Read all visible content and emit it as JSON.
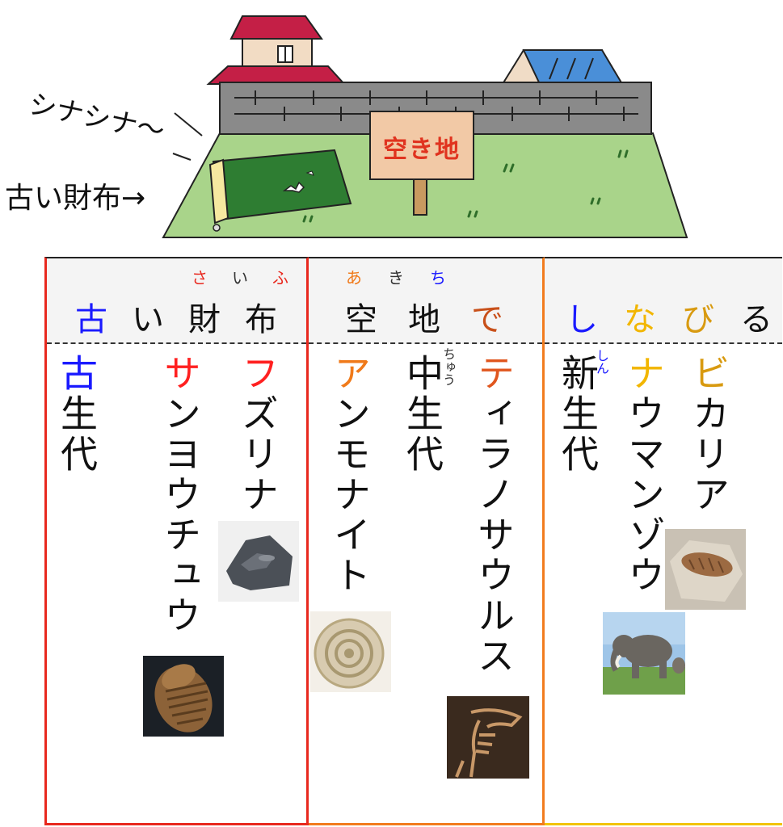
{
  "scene": {
    "sound_effect": "シナシナ〜",
    "wallet_label": "古い財布",
    "arrow": "→",
    "sign_text": "空き地"
  },
  "columns": [
    {
      "heading_chars": [
        "古",
        "い",
        "財",
        "布"
      ],
      "heading_colors": [
        "#1a1aff",
        "#111111",
        "#111111",
        "#111111"
      ],
      "ruby": [
        "さ",
        "い",
        "ふ"
      ],
      "border_color": "#e8281e",
      "era": {
        "first": "古",
        "rest": "生代",
        "first_color": "#1a1aff"
      },
      "items": [
        {
          "first": "サ",
          "rest": "ンヨウチュウ",
          "first_color": "#ff2020"
        },
        {
          "first": "フ",
          "rest": "ズリナ",
          "first_color": "#ff2020"
        }
      ]
    },
    {
      "heading_chars": [
        "空",
        "地",
        "で"
      ],
      "heading_colors": [
        "#111111",
        "#111111",
        "#c8501a"
      ],
      "ruby": [
        "あ",
        "き",
        "ち"
      ],
      "border_color": "#f27c1e",
      "era": {
        "first": "中",
        "rest": "生代",
        "first_color": "#111111",
        "reading": "ちゅう"
      },
      "items": [
        {
          "first": "ア",
          "rest": "ンモナイト",
          "first_color": "#f07a1a"
        },
        {
          "first": "テ",
          "rest": "ィラノサウルス",
          "first_color": "#e0561e"
        }
      ]
    },
    {
      "heading_chars": [
        "し",
        "な",
        "び",
        "る"
      ],
      "heading_colors": [
        "#1a1aff",
        "#f2b600",
        "#d89a10",
        "#111111"
      ],
      "border_color": "#f2c400",
      "era": {
        "first": "新",
        "rest": "生代",
        "first_color": "#111111",
        "reading": "しん"
      },
      "items": [
        {
          "first": "ナ",
          "rest": "ウマンゾウ",
          "first_color": "#f2b600"
        },
        {
          "first": "ビ",
          "rest": "カリア",
          "first_color": "#d89a10"
        }
      ]
    }
  ],
  "photos": [
    "fusulina-fossil",
    "trilobite-fossil",
    "ammonite-fossil",
    "tyrannosaurus-skeleton",
    "vicarya-fossil",
    "naumann-elephant"
  ]
}
